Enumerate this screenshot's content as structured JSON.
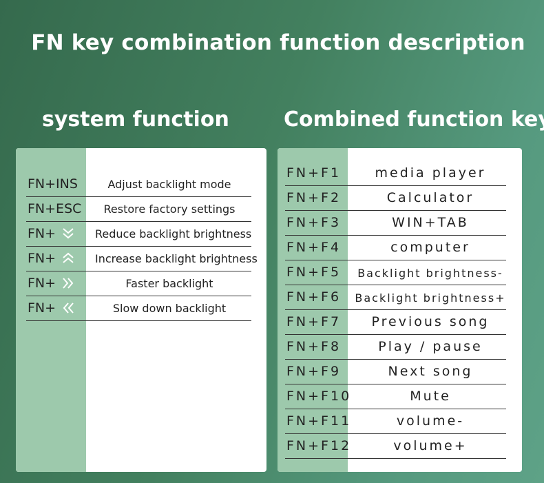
{
  "title": "FN key combination function description",
  "system_section": {
    "title": "system function",
    "rows": [
      {
        "key": "FN+INS",
        "icon": "",
        "desc": "Adjust backlight mode"
      },
      {
        "key": "FN+ESC",
        "icon": "",
        "desc": "Restore factory settings"
      },
      {
        "key": "FN+",
        "icon": "double-chevron-down-icon",
        "desc": "Reduce backlight brightness"
      },
      {
        "key": "FN+",
        "icon": "double-chevron-up-icon",
        "desc": "Increase backlight brightness"
      },
      {
        "key": "FN+",
        "icon": "double-chevron-right-icon",
        "desc": "Faster backlight"
      },
      {
        "key": "FN+",
        "icon": "double-chevron-left-icon",
        "desc": "Slow down backlight"
      }
    ]
  },
  "combined_section": {
    "title": "Combined function key",
    "rows": [
      {
        "key": "FN+F1",
        "desc": "media player"
      },
      {
        "key": "FN+F2",
        "desc": "Calculator"
      },
      {
        "key": "FN+F3",
        "desc": "WIN+TAB"
      },
      {
        "key": "FN+F4",
        "desc": "computer"
      },
      {
        "key": "FN+F5",
        "desc": "Backlight brightness-"
      },
      {
        "key": "FN+F6",
        "desc": "Backlight brightness+"
      },
      {
        "key": "FN+F7",
        "desc": "Previous song"
      },
      {
        "key": "FN+F8",
        "desc": "Play / pause"
      },
      {
        "key": "FN+F9",
        "desc": "Next song"
      },
      {
        "key": "FN+F10",
        "desc": "Mute"
      },
      {
        "key": "FN+F11",
        "desc": "volume-"
      },
      {
        "key": "FN+F12",
        "desc": "volume+"
      }
    ]
  },
  "colors": {
    "background": "#43805f",
    "band": "#9dc9ac",
    "card": "#ffffff",
    "text": "#222222"
  }
}
